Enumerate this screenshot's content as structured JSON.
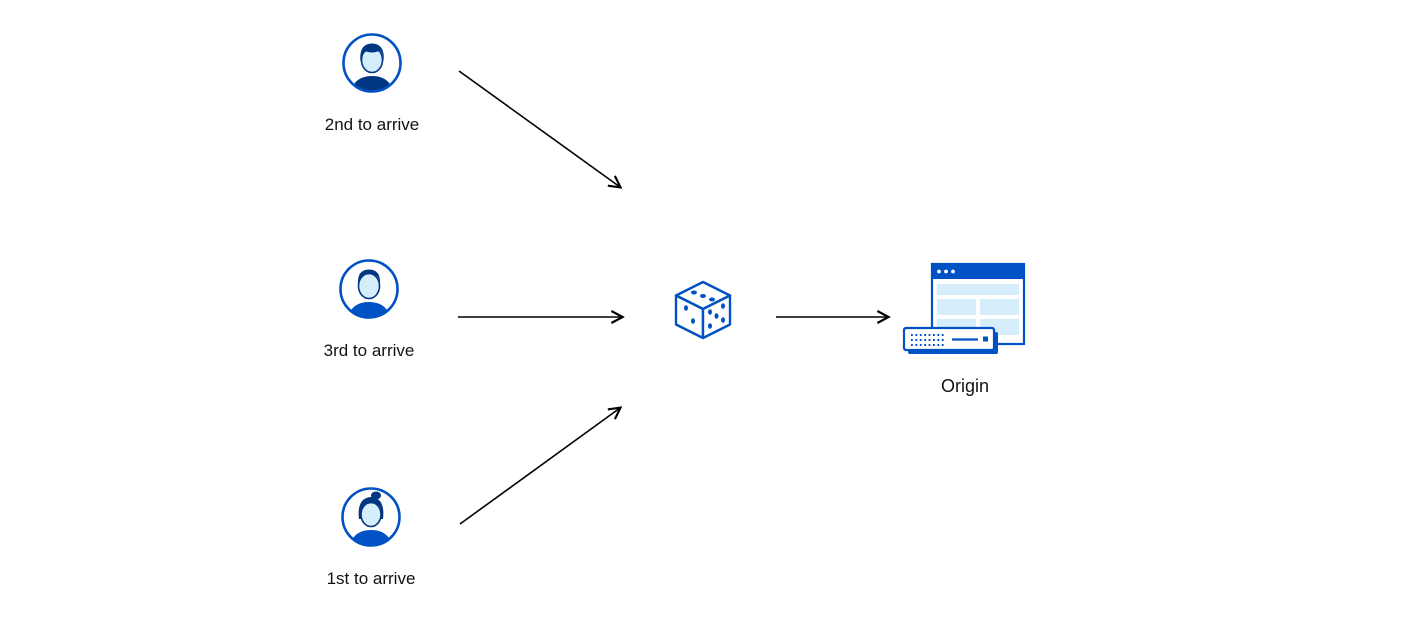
{
  "diagram": {
    "clients": [
      {
        "label": "2nd to arrive"
      },
      {
        "label": "3rd to arrive"
      },
      {
        "label": "1st to arrive"
      }
    ],
    "center": {
      "icon": "dice-icon"
    },
    "origin": {
      "label": "Origin",
      "icon": "origin-server-icon"
    },
    "colors": {
      "primary": "#0051c3",
      "primary_dark": "#003682",
      "light_fill": "#d6eefc",
      "arrow": "#000000",
      "text": "#121212"
    }
  }
}
